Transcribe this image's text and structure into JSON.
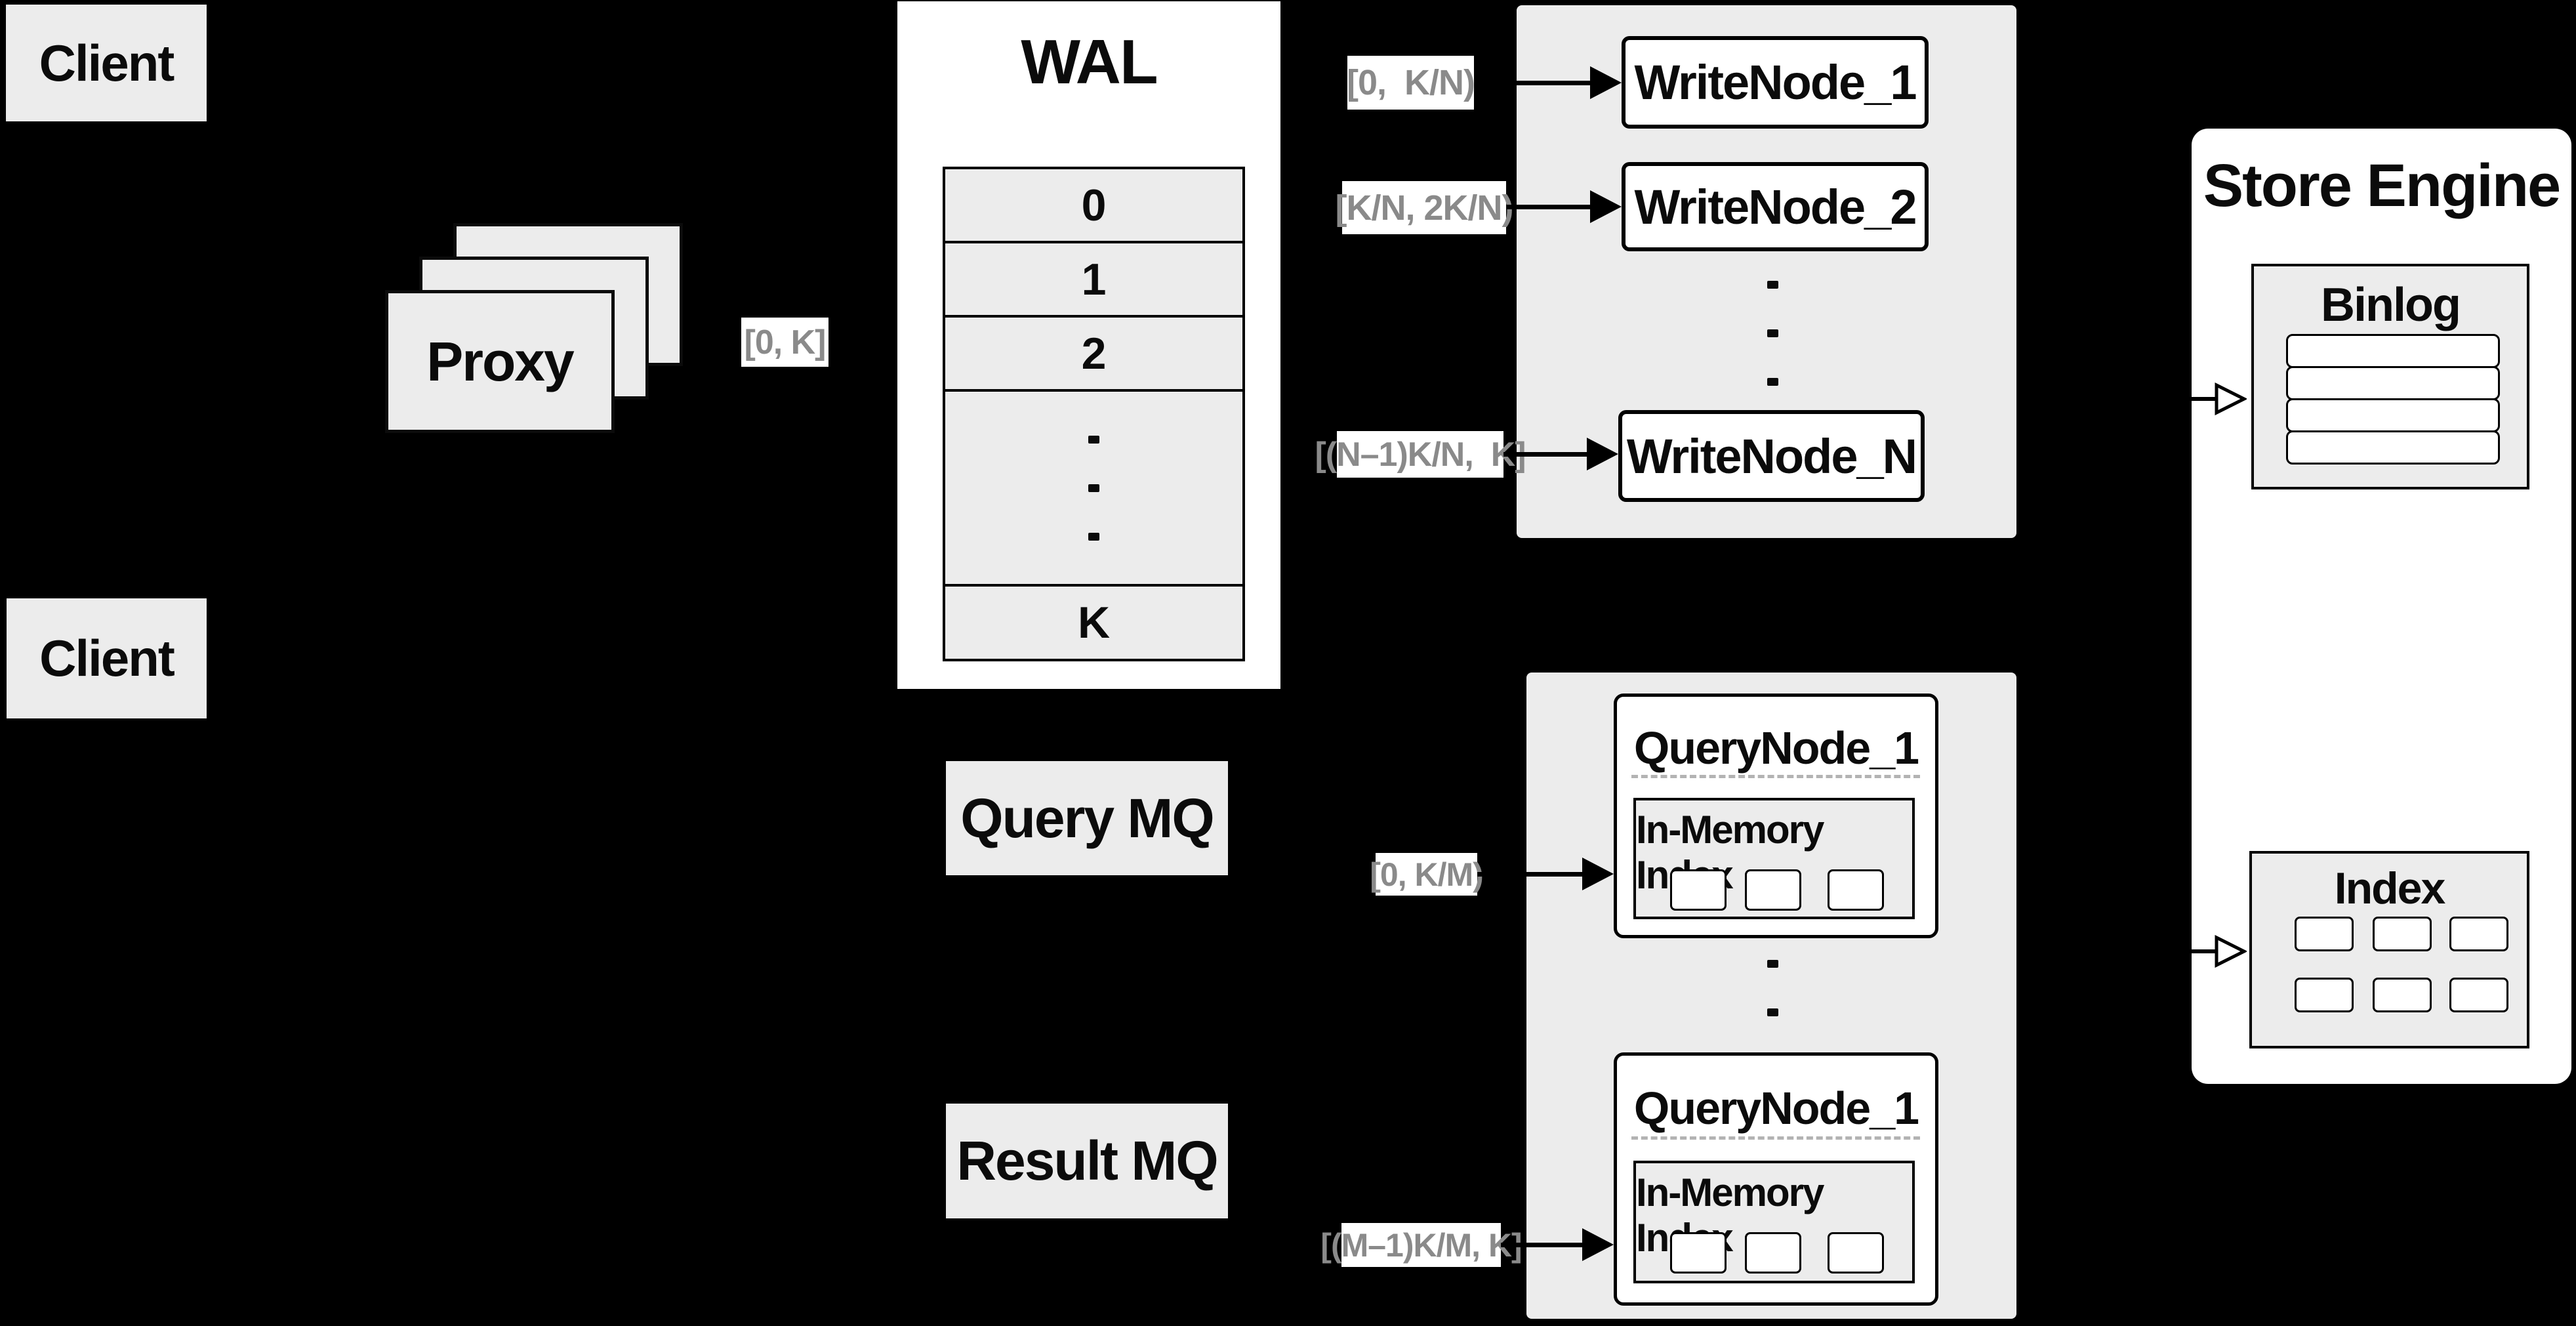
{
  "colors": {
    "background": "#000000",
    "box_gray": "#ececec",
    "box_white": "#ffffff",
    "border_black": "#000000",
    "range_label_text": "#8a8a8a",
    "dashed_separator": "#b3b3b3"
  },
  "clients": {
    "top_label": "Client",
    "bottom_label": "Client"
  },
  "proxy": {
    "label": "Proxy"
  },
  "range_labels": {
    "proxy_out": "[0, K]",
    "write_1": "[0,  K/N)",
    "write_2": "[K/N, 2K/N)",
    "write_n": "[(N–1)K/N,  K]",
    "query_1": "[0, K/M)",
    "query_m": "[(M–1)K/M, K]"
  },
  "wal": {
    "title": "WAL",
    "rows": [
      "0",
      "1",
      "2",
      "K"
    ]
  },
  "write_group": {
    "node_1": "WriteNode_1",
    "node_2": "WriteNode_2",
    "node_n": "WriteNode_N"
  },
  "mq": {
    "query": "Query MQ",
    "result": "Result MQ"
  },
  "query_group": {
    "top_node_title": "QueryNode_1",
    "bottom_node_title": "QueryNode_1",
    "top_inner_title": "In-Memory Index",
    "bottom_inner_title": "In-Memory Index"
  },
  "store_engine": {
    "title": "Store Engine",
    "binlog_title": "Binlog",
    "index_title": "Index"
  }
}
